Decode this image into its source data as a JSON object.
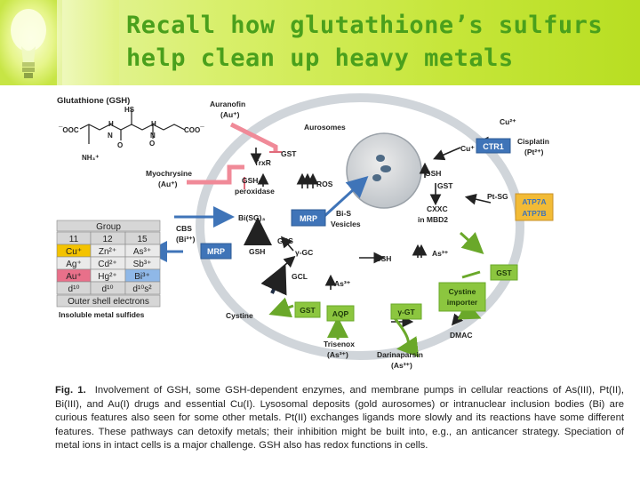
{
  "slide": {
    "title_line1": "Recall how glutathione’s sulfurs",
    "title_line2": "help clean up heavy metals"
  },
  "figure": {
    "glutathione": {
      "title": "Glutathione (GSH)",
      "hs": "HS",
      "ooc": "¯OOC",
      "coo": "COO¯",
      "h1": "H",
      "h2": "H",
      "n1": "N",
      "n2": "N",
      "o1": "O",
      "o2": "O",
      "nh3": "NH₃⁺"
    },
    "labels": {
      "auranofin": "Auranofin",
      "auranofin_ox": "(Au⁺)",
      "auroprefix": "Aurosomes",
      "gst_top": "GST",
      "trxr": "TrxR",
      "myochrysine": "Myochrysine",
      "myo_ox": "(Au⁺)",
      "gsh_perox1": "GSH-",
      "gsh_perox2": "peroxidase",
      "ros": "ROS",
      "bisg": "Bi(SG)₃",
      "mrp_center": "MRP",
      "bis1": "Bi-S",
      "bis2": "Vesicles",
      "gsh_vesicle": "GSH",
      "gst_right": "GST",
      "cxxc1": "CXXC",
      "cxxc2": "in MBD2",
      "cu2": "Cu²⁺",
      "cu1": "Cu⁺",
      "ctr1": "CTR1",
      "cisplatin": "Cisplatin",
      "cis_ox": "(Pt²⁺)",
      "ptsg": "Pt-SG",
      "atp7a": "ATP7A",
      "atp7b": "ATP7B",
      "cbs": "CBS",
      "cbs_ox": "(Bi³⁺)",
      "mrp_left": "MRP",
      "gsh_left": "GSH",
      "gss": "GSS",
      "ygc": "γ-GC",
      "gcl": "GCL",
      "c": "C",
      "gsh_mid": "GSH",
      "as_mid": "As³⁺",
      "as_low": "As³⁺",
      "gst_lowright": "GST",
      "cystine_importer1": "Cystine",
      "cystine_importer2": "importer",
      "cystine": "Cystine",
      "gst_bottom": "GST",
      "aqp": "AQP",
      "ygt": "γ-GT",
      "dmac": "DMAC",
      "trisenox": "Trisenox",
      "tris_ox": "(As³⁺)",
      "darinaparsin": "Darinaparsin",
      "dar_ox": "(As³⁺)"
    },
    "table": {
      "header": "Group",
      "groups": [
        "11",
        "12",
        "15"
      ],
      "rows": [
        [
          "Cu⁺",
          "Zn²⁺",
          "As³⁺"
        ],
        [
          "Ag⁺",
          "Cd²⁺",
          "Sb³⁺"
        ],
        [
          "Au⁺",
          "Hg²⁺",
          "Bi³⁺"
        ],
        [
          "d¹⁰",
          "d¹⁰",
          "d¹⁰s²"
        ]
      ],
      "footer": "Outer shell electrons",
      "sublabel": "Insoluble metal sulfides"
    }
  },
  "caption": {
    "label": "Fig. 1.",
    "text": "Involvement of GSH, some GSH-dependent enzymes, and membrane pumps in cellular reactions of As(III), Pt(II), Bi(III), and Au(I) drugs and essential Cu(I). Lysosomal deposits (gold aurosomes) or intranuclear inclusion bodies (Bi) are curious features also seen for some other metals. Pt(II) exchanges ligands more slowly and its reactions have some different features. These pathways can detoxify metals; their inhibition might be built into, e.g., an anticancer strategy. Speciation of metal ions in intact cells is a major challenge. GSH also has redox functions in cells."
  },
  "colors": {
    "title": "#4aa01c",
    "blue_box": "#3f74b8",
    "green_box": "#8cc63f",
    "pink_arrow": "#f08a98",
    "cell": "#d9dde2",
    "table_cu": "#f4c300",
    "table_au": "#e8708a",
    "table_bi": "#8fb8e8",
    "table_gray": "#cfcfcf"
  }
}
